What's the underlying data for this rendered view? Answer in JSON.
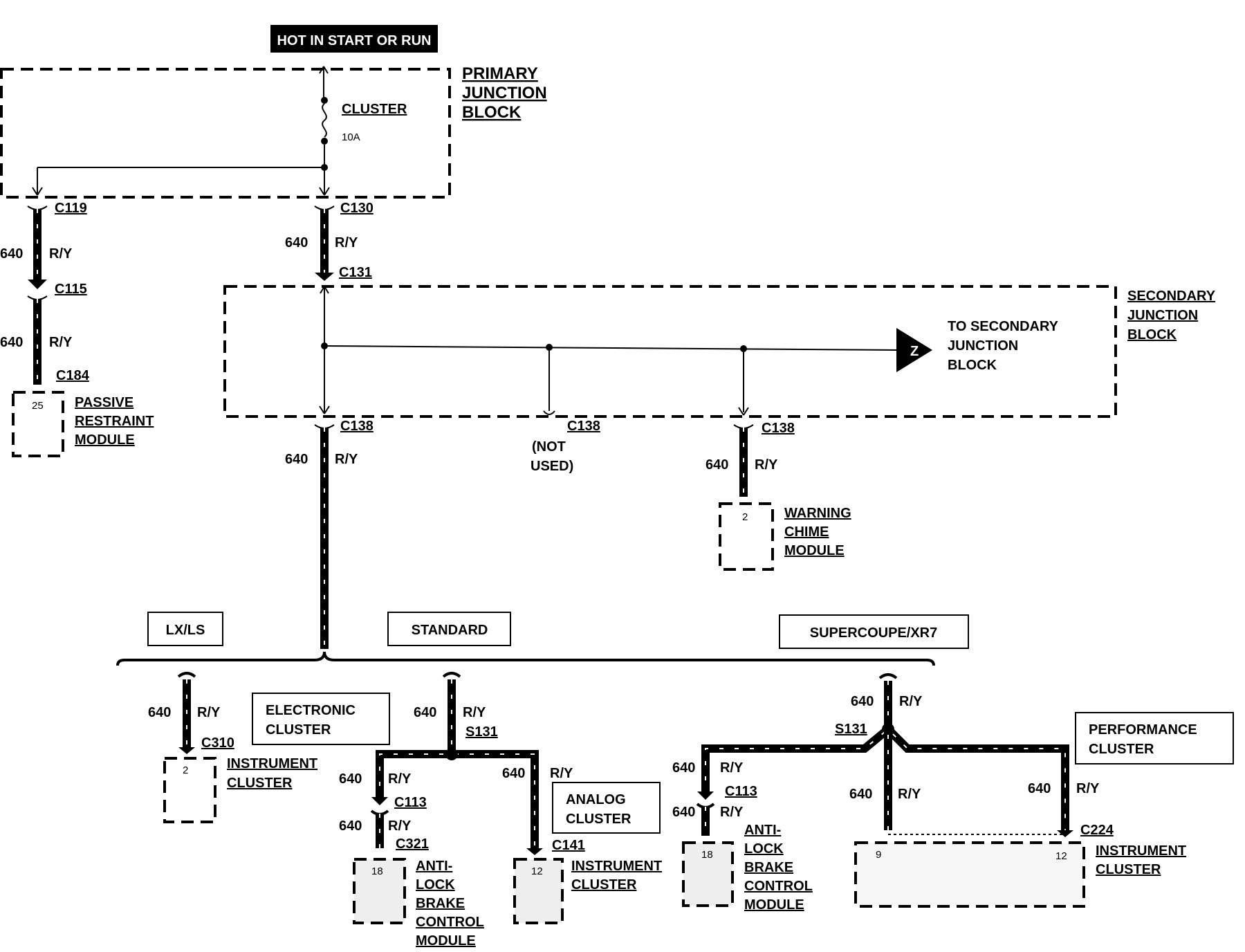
{
  "header": {
    "hot_label": "HOT IN START OR RUN"
  },
  "primary_junction_block": {
    "label": [
      "PRIMARY",
      "JUNCTION",
      "BLOCK"
    ],
    "fuse_name": "CLUSTER",
    "fuse_rating": "10A"
  },
  "secondary_junction_block": {
    "label": [
      "SECONDARY",
      "JUNCTION",
      "BLOCK"
    ],
    "to_label": [
      "TO SECONDARY",
      "JUNCTION",
      "BLOCK"
    ],
    "arrow_letter": "Z"
  },
  "connectors": {
    "c119": "C119",
    "c130": "C130",
    "c131": "C131",
    "c115": "C115",
    "c184": "C184",
    "c138": "C138",
    "c310": "C310",
    "s131": "S131",
    "c113": "C113",
    "c321": "C321",
    "c141": "C141",
    "c224": "C224"
  },
  "wire": {
    "circuit": "640",
    "color": "R/Y"
  },
  "not_used": [
    "(NOT",
    "USED)"
  ],
  "modules": {
    "passive_restraint": {
      "pin": "25",
      "label": [
        "PASSIVE",
        "RESTRAINT",
        "MODULE"
      ]
    },
    "warning_chime": {
      "pin": "2",
      "label": [
        "WARNING",
        "CHIME",
        "MODULE"
      ]
    },
    "instrument_cluster_electronic": {
      "pin": "2",
      "label": [
        "INSTRUMENT",
        "CLUSTER"
      ]
    },
    "abs_standard": {
      "pin": "18",
      "label": [
        "ANTI-",
        "LOCK",
        "BRAKE",
        "CONTROL",
        "MODULE"
      ]
    },
    "instrument_cluster_standard": {
      "pin": "12",
      "label": [
        "INSTRUMENT",
        "CLUSTER"
      ]
    },
    "abs_supercoupe": {
      "pin": "18",
      "label": [
        "ANTI-",
        "LOCK",
        "BRAKE",
        "CONTROL",
        "MODULE"
      ]
    },
    "instrument_cluster_performance": {
      "pin_a": "9",
      "pin_b": "12",
      "label": [
        "INSTRUMENT",
        "CLUSTER"
      ]
    }
  },
  "variants": {
    "lxls": "LX/LS",
    "standard": "STANDARD",
    "supercoupe": "SUPERCOUPE/XR7"
  },
  "cluster_types": {
    "electronic": [
      "ELECTRONIC",
      "CLUSTER"
    ],
    "analog": [
      "ANALOG",
      "CLUSTER"
    ],
    "performance": [
      "PERFORMANCE",
      "CLUSTER"
    ]
  }
}
